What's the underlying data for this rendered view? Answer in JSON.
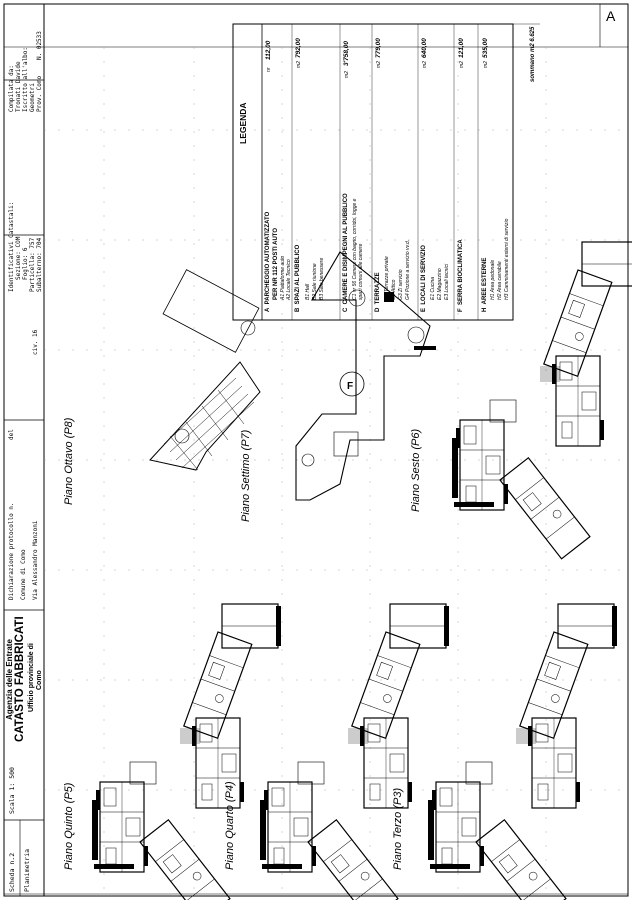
{
  "header": {
    "agency_line1": "Agenzia delle Entrate",
    "agency_line2": "CATASTO FABBRICATI",
    "agency_line3": "Ufficio provinciale di",
    "agency_line4": "Como",
    "planimetria": "Planimetria",
    "scheda": "Scheda n.2",
    "scala": "Scala 1: 500",
    "dichiarazione": "Dichiarazione protocollo n.",
    "del": "del",
    "comune": "Comune di Como",
    "via": "Via Alessandro Manzoni",
    "civ": "civ.  16",
    "identificativi": "Identificativi Catastali:",
    "sezione": "Sezione: COM",
    "foglio": "Foglio: 6",
    "particella": "Particella: 757",
    "subalterno": "Subalterno: 704",
    "compilata": "Compilata da:",
    "compilatore": "Tronati Davide",
    "iscritto": "Iscritto all'albo:",
    "albo": "Geometri",
    "prov": "Prov. Como",
    "numero": "N. 02533",
    "corner": "A"
  },
  "floors": {
    "p8": "Piano Ottavo (P8)",
    "p7": "Piano Settimo (P7)",
    "p6": "Piano Sesto (P6)",
    "p5": "Piano Quinto (P5)",
    "p4": "Piano Quarto (P4)",
    "p3": "Piano Terzo (P3)",
    "f_label": "F"
  },
  "legend": {
    "title": "LEGENDA",
    "sections": [
      {
        "letter": "A",
        "title": "PARCHEGGIO AUTOMATIZZATO",
        "title2": "PER NR 112 POSTI AUTO",
        "value": "112,00",
        "unit": "nr",
        "items": [
          "A1 Piattaforme auto",
          "A2 Locale Tecnico"
        ]
      },
      {
        "letter": "B",
        "title": "SPAZI AL PUBBLICO",
        "title2": "",
        "value": "792,00",
        "unit": "m2",
        "items": [
          "B1 Hall",
          "B2 Sale riunione",
          "B3 Sale benessere"
        ]
      },
      {
        "letter": "C",
        "title": "CAMERE E DISIMPEGNI AL PUBBLICO",
        "title2": "",
        "value": "3'758,00",
        "unit": "m2",
        "items": [
          "C1 nr 56 Camere con bagno, corridoi, logge e",
          "spazi comuni alle camere"
        ]
      },
      {
        "letter": "D",
        "title": "TERRAZZE",
        "title2": "",
        "value": "779,00",
        "unit": "m2",
        "items": [
          "G1 Terrazze private",
          "G2 Attico",
          "G3 Zi servizio",
          "G4 Pozione a servizio vv.d."
        ]
      },
      {
        "letter": "E",
        "title": "LOCALI DI SERVIZIO",
        "title2": "",
        "value": "640,00",
        "unit": "m2",
        "items": [
          "E1 Cucina",
          "E2 Magazzino",
          "E3 Locali tecnici"
        ]
      },
      {
        "letter": "F",
        "title": "SERRA BIOCLIMATICA",
        "title2": "",
        "value": "121,00",
        "unit": "m2",
        "items": []
      },
      {
        "letter": "H",
        "title": "AREE ESTERNE",
        "title2": "",
        "value": "535,00",
        "unit": "m2",
        "items": [
          "H1 Area pedonale",
          "H2 Area carrabile",
          "H3 Camminamenti esterni di servizio"
        ]
      }
    ],
    "sommano": "sommano",
    "total": "m2 6.625"
  },
  "colors": {
    "ink": "#000000",
    "grid": "#9a9a9a",
    "paper": "#ffffff"
  }
}
